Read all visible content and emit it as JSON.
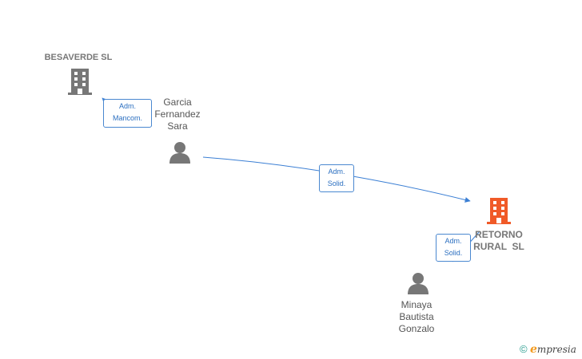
{
  "nodes": {
    "besaverde": {
      "label": "BESAVERDE SL",
      "icon": "building-icon",
      "color": "#777777"
    },
    "retorno": {
      "label": "RETORNO\nRURAL  SL",
      "icon": "building-icon",
      "color": "#f05a28"
    },
    "garcia": {
      "label": [
        "Garcia",
        "Fernandez",
        "Sara"
      ],
      "icon": "person-icon",
      "color": "#777777"
    },
    "minaya": {
      "label": [
        "Minaya",
        "Bautista",
        "Gonzalo"
      ],
      "icon": "person-icon",
      "color": "#777777"
    }
  },
  "edges": [
    {
      "from": "garcia",
      "to": "besaverde",
      "label": [
        "Adm.",
        "Mancom."
      ]
    },
    {
      "from": "garcia",
      "to": "retorno",
      "label": [
        "Adm.",
        "Solid."
      ]
    },
    {
      "from": "minaya",
      "to": "retorno",
      "label": [
        "Adm.",
        "Solid."
      ]
    }
  ],
  "edge_color": "#3b7fd4",
  "brand": {
    "copyright": "©",
    "first_letter": "e",
    "rest": "mpresia"
  }
}
